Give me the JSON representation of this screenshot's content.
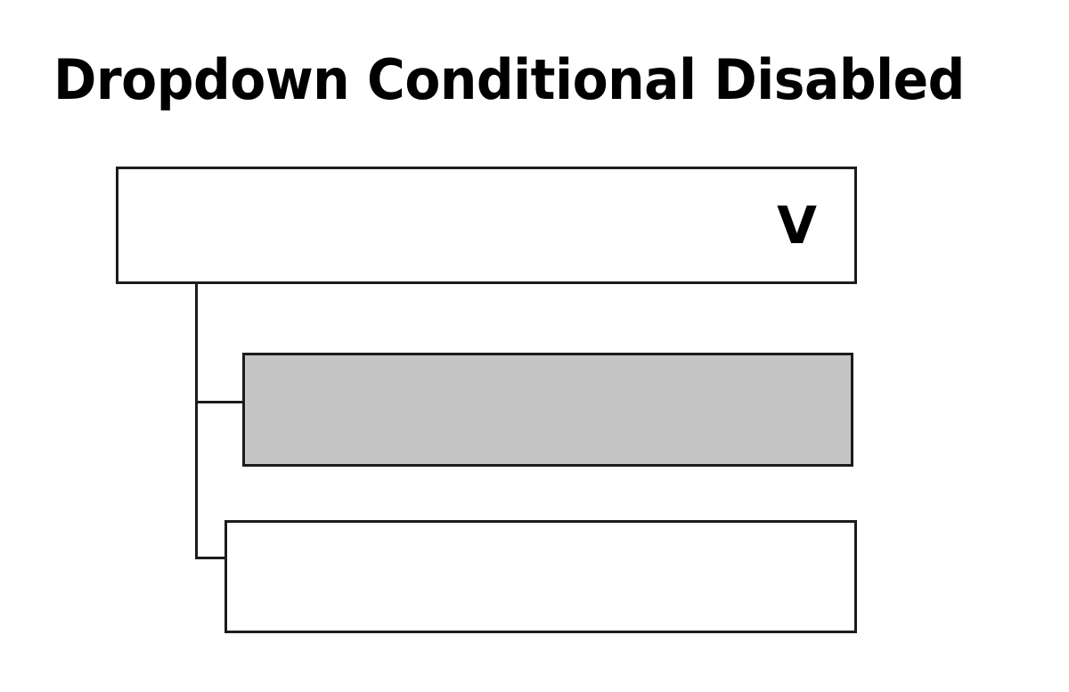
{
  "page": {
    "title": "Dropdown Conditional Disabled",
    "background_color": "#ffffff"
  },
  "colors": {
    "stroke": "#1c1c1c",
    "disabled_fill": "#c5c5c5",
    "enabled_fill": "#ffffff",
    "text": "#000000"
  },
  "dropdown": {
    "name": "dropdown-control",
    "selected_value": "",
    "placeholder": "",
    "caret_glyph": "V",
    "caret_icon_name": "chevron-down-icon",
    "state": "closed"
  },
  "options": [
    {
      "label": "",
      "state": "disabled",
      "fill": "#c5c5c5",
      "icon_name": "disabled-option-box"
    },
    {
      "label": "",
      "state": "enabled",
      "fill": "#ffffff",
      "icon_name": "enabled-option-box"
    }
  ],
  "connectors": [
    {
      "name": "connector-trunk",
      "orientation": "vertical"
    },
    {
      "name": "connector-branch-disabled",
      "orientation": "horizontal"
    },
    {
      "name": "connector-branch-enabled",
      "orientation": "horizontal"
    }
  ]
}
